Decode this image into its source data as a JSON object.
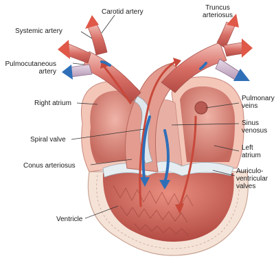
{
  "diagram": {
    "labels": {
      "carotid_artery": "Carotid artery",
      "truncus_line1": "Truncus",
      "truncus_line2": "arteriosus",
      "systemic_artery": "Systemic artery",
      "pulmocutaneous_line1": "Pulmocutaneous",
      "pulmocutaneous_line2": "artery",
      "right_atrium": "Right atrium",
      "pulmonary_veins_line1": "Pulmonary",
      "pulmonary_veins_line2": "veins",
      "sinus_venosus_line1": "Sinus",
      "sinus_venosus_line2": "venosus",
      "spiral_valve": "Spiral valve",
      "left_atrium_line1": "Left",
      "left_atrium_line2": "atrium",
      "conus_arteriosus": "Conus arteriosus",
      "av_valves_line1": "Auriculo-",
      "av_valves_line2": "ventricular",
      "av_valves_line3": "valves",
      "ventricle": "Ventricle"
    },
    "colors": {
      "oxygenated_flow": "#c8483a",
      "deoxygenated_flow": "#2f6fb8",
      "tissue": "#e9a39a",
      "ventricle_wall": "#f3ddd1"
    }
  }
}
